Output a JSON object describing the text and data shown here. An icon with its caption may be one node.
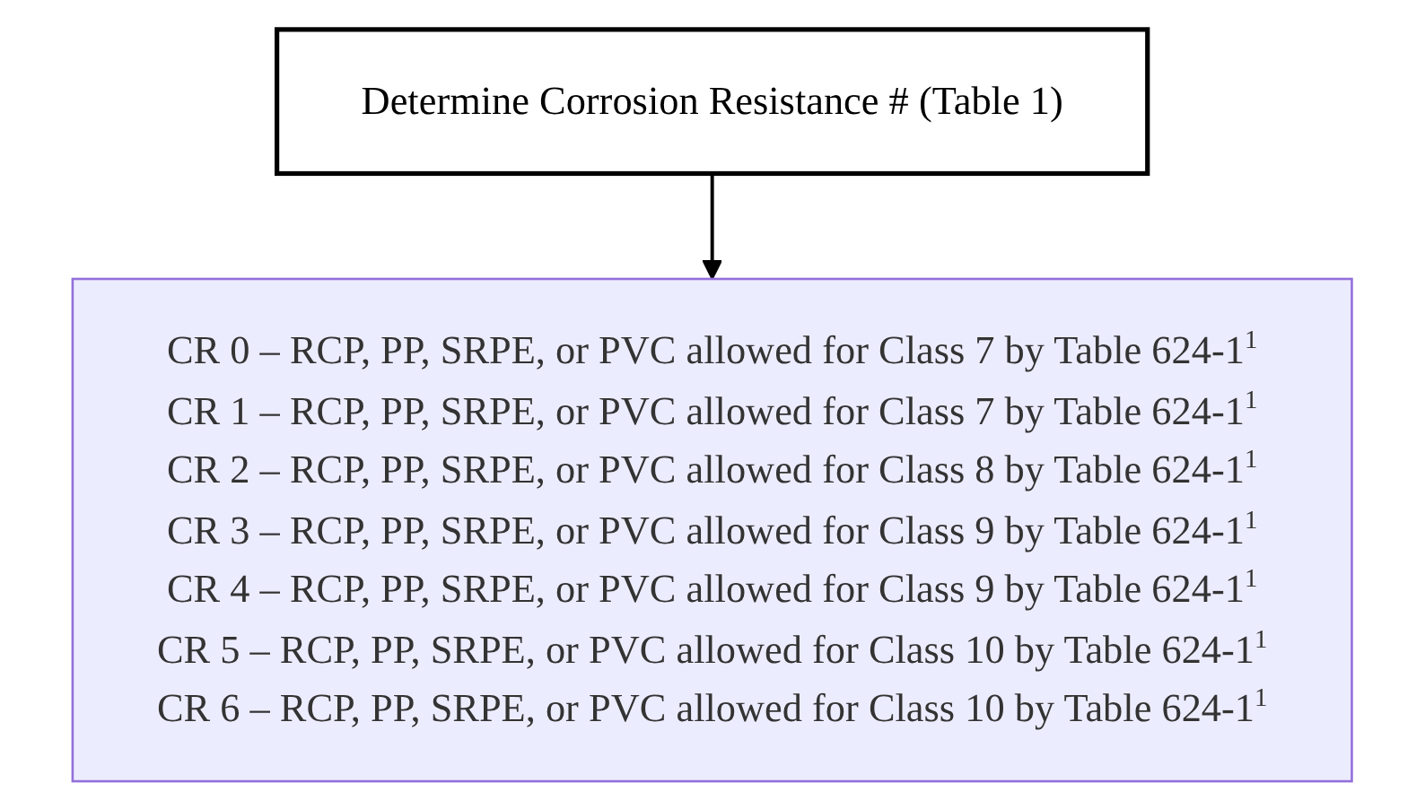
{
  "diagram": {
    "nodes": [
      {
        "text": [
          "Determine Corrosion Resistance # (Table 1)"
        ]
      },
      {
        "text": [
          "CR 0 – RCP, PP, SRPE, or PVC allowed for Class 7 by Table 624-1$^{1}$",
          "CR 1 – RCP, PP, SRPE, or PVC allowed for Class 7 by Table 624-1$^{1}$",
          "CR 2 – RCP, PP, SRPE, or PVC allowed for Class 8 by Table 624-1$^{1}$",
          "CR 3 – RCP, PP, SRPE, or PVC allowed for Class 9 by Table 624-1$^{1}$",
          "CR 4 – RCP, PP, SRPE, or PVC allowed for Class 9 by Table 624-1$^{1}$",
          "CR 5 – RCP, PP, SRPE, or PVC allowed for Class 10 by Table 624-1$^{1}$",
          "CR 6 – RCP, PP, SRPE, or PVC allowed for Class 10 by Table 624-1$^{1}$"
        ]
      }
    ],
    "edges": [
      {
        "from": 0,
        "to": 1,
        "arrow": "to"
      }
    ]
  }
}
